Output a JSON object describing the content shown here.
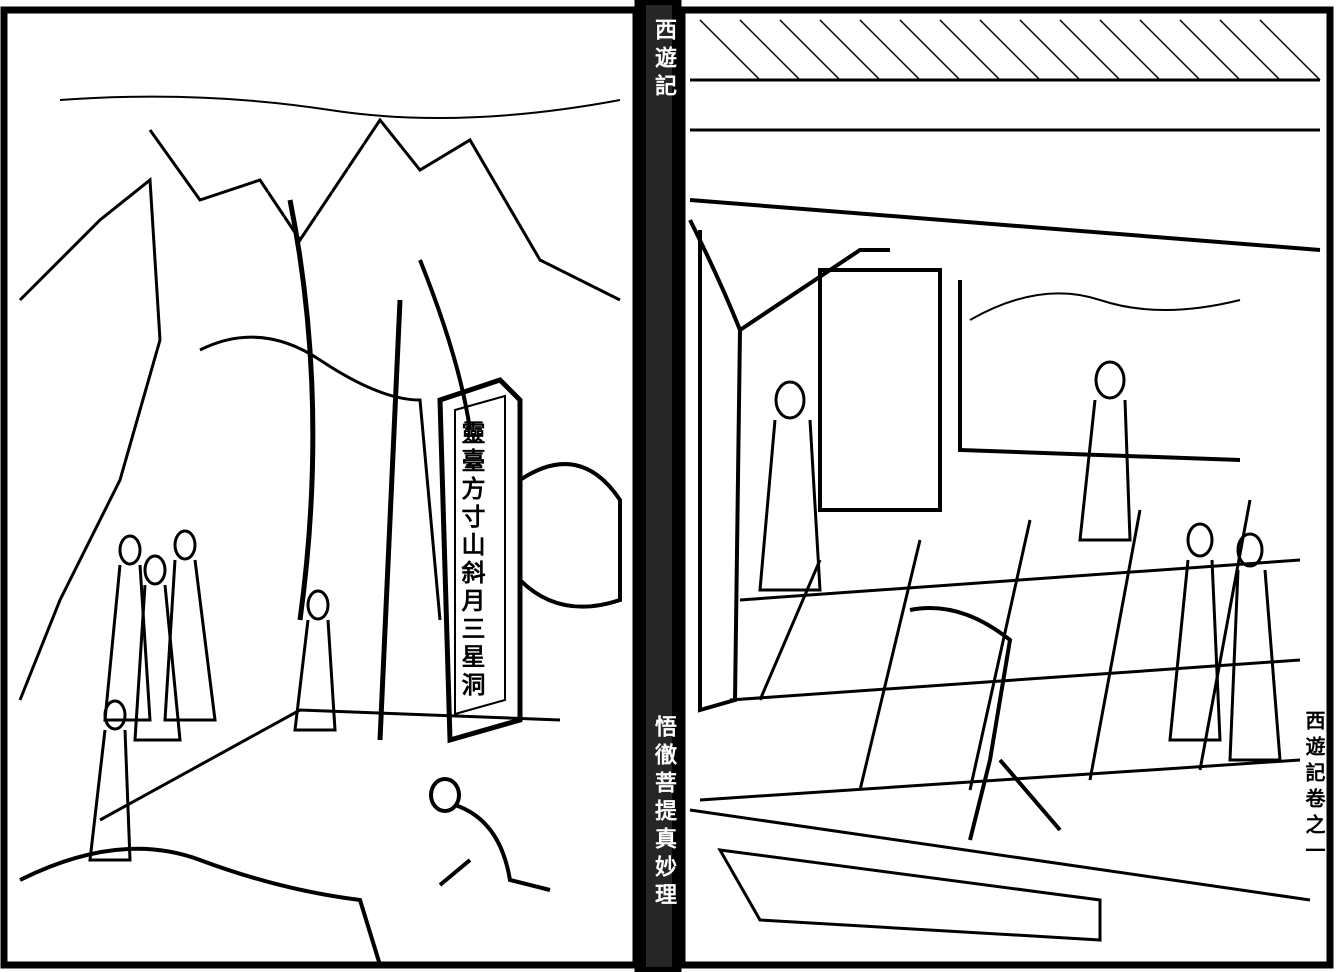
{
  "illustration": {
    "stele_inscription": "靈臺方寸山斜月三星洞",
    "margin_title": "西遊記",
    "margin_caption": "悟徹菩提真妙理",
    "right_caption": "西遊記卷之一",
    "ink_color": "#000000",
    "paper_color": "#ffffff"
  }
}
